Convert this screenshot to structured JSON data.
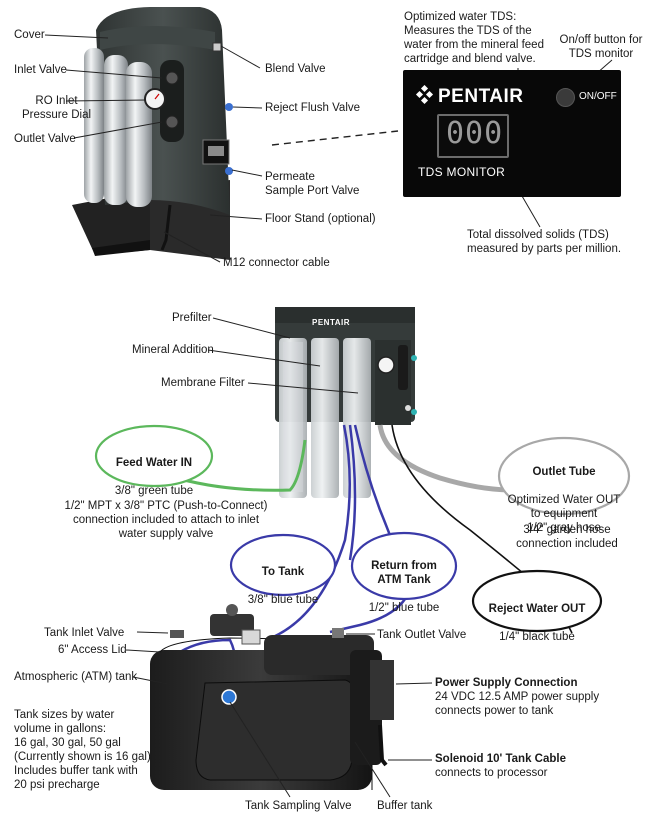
{
  "top_unit": {
    "cover": "Cover",
    "inlet_valve": "Inlet Valve",
    "ro_inlet_dial": "RO Inlet\nPressure Dial",
    "outlet_valve": "Outlet Valve",
    "blend_valve": "Blend Valve",
    "reject_flush_valve": "Reject Flush Valve",
    "permeate_port": "Permeate\nSample Port Valve",
    "floor_stand": "Floor Stand (optional)",
    "m12_cable": "M12 connector cable"
  },
  "tds": {
    "optimized_desc": "Optimized water TDS:\nMeasures the TDS of the\nwater from the mineral feed\ncartridge and blend valve.",
    "onoff_desc": "On/off button for\nTDS monitor",
    "brand": "PENTAIR",
    "onoff_label": "ON/OFF",
    "display": "000",
    "monitor_label": "TDS MONITOR",
    "tds_desc": "Total dissolved solids (TDS)\nmeasured by parts per million."
  },
  "filter_unit": {
    "brand": "PENTAIR",
    "prefilter": "Prefilter",
    "mineral": "Mineral Addition",
    "membrane": "Membrane Filter",
    "connection_note": "1/2\" MPT x 3/8\" PTC (Push-to-Connect)\nconnection included to attach to inlet\nwater supply valve",
    "garden_hose": "3/4\" garden hose\nconnection included"
  },
  "bubbles": {
    "feed": {
      "title": "Feed Water IN",
      "sub": "3/8\" green tube"
    },
    "to_tank": {
      "title": "To Tank",
      "sub": "3/8\" blue tube"
    },
    "return": {
      "title": "Return from\nATM Tank",
      "sub": "1/2\" blue tube"
    },
    "outlet": {
      "title": "Outlet Tube",
      "sub": "Optimized Water OUT\nto equipment\n1/2\" gray hose"
    },
    "reject": {
      "title": "Reject Water OUT",
      "sub": "1/4\" black tube"
    }
  },
  "tank": {
    "inlet_valve": "Tank Inlet Valve",
    "access_lid": "6\" Access Lid",
    "atm_tank": "Atmospheric (ATM) tank",
    "sizes": "Tank sizes by water\nvolume in gallons:\n16 gal, 30 gal, 50 gal\n(Currently shown is 16 gal)\nIncludes buffer tank with\n20 psi precharge",
    "outlet_valve": "Tank Outlet Valve",
    "power_title": "Power Supply Connection",
    "power_desc": "24 VDC 12.5 AMP power supply\nconnects power to tank",
    "solenoid_title": "Solenoid 10' Tank Cable",
    "solenoid_desc": "connects to processor",
    "sampling_valve": "Tank Sampling Valve",
    "buffer_tank": "Buffer tank"
  },
  "colors": {
    "green_tube": "#5cb85c",
    "blue_tube": "#3a3aa8",
    "gray_hose": "#a8a8a8",
    "housing": "#3a3f3e",
    "panel": "#080808"
  }
}
